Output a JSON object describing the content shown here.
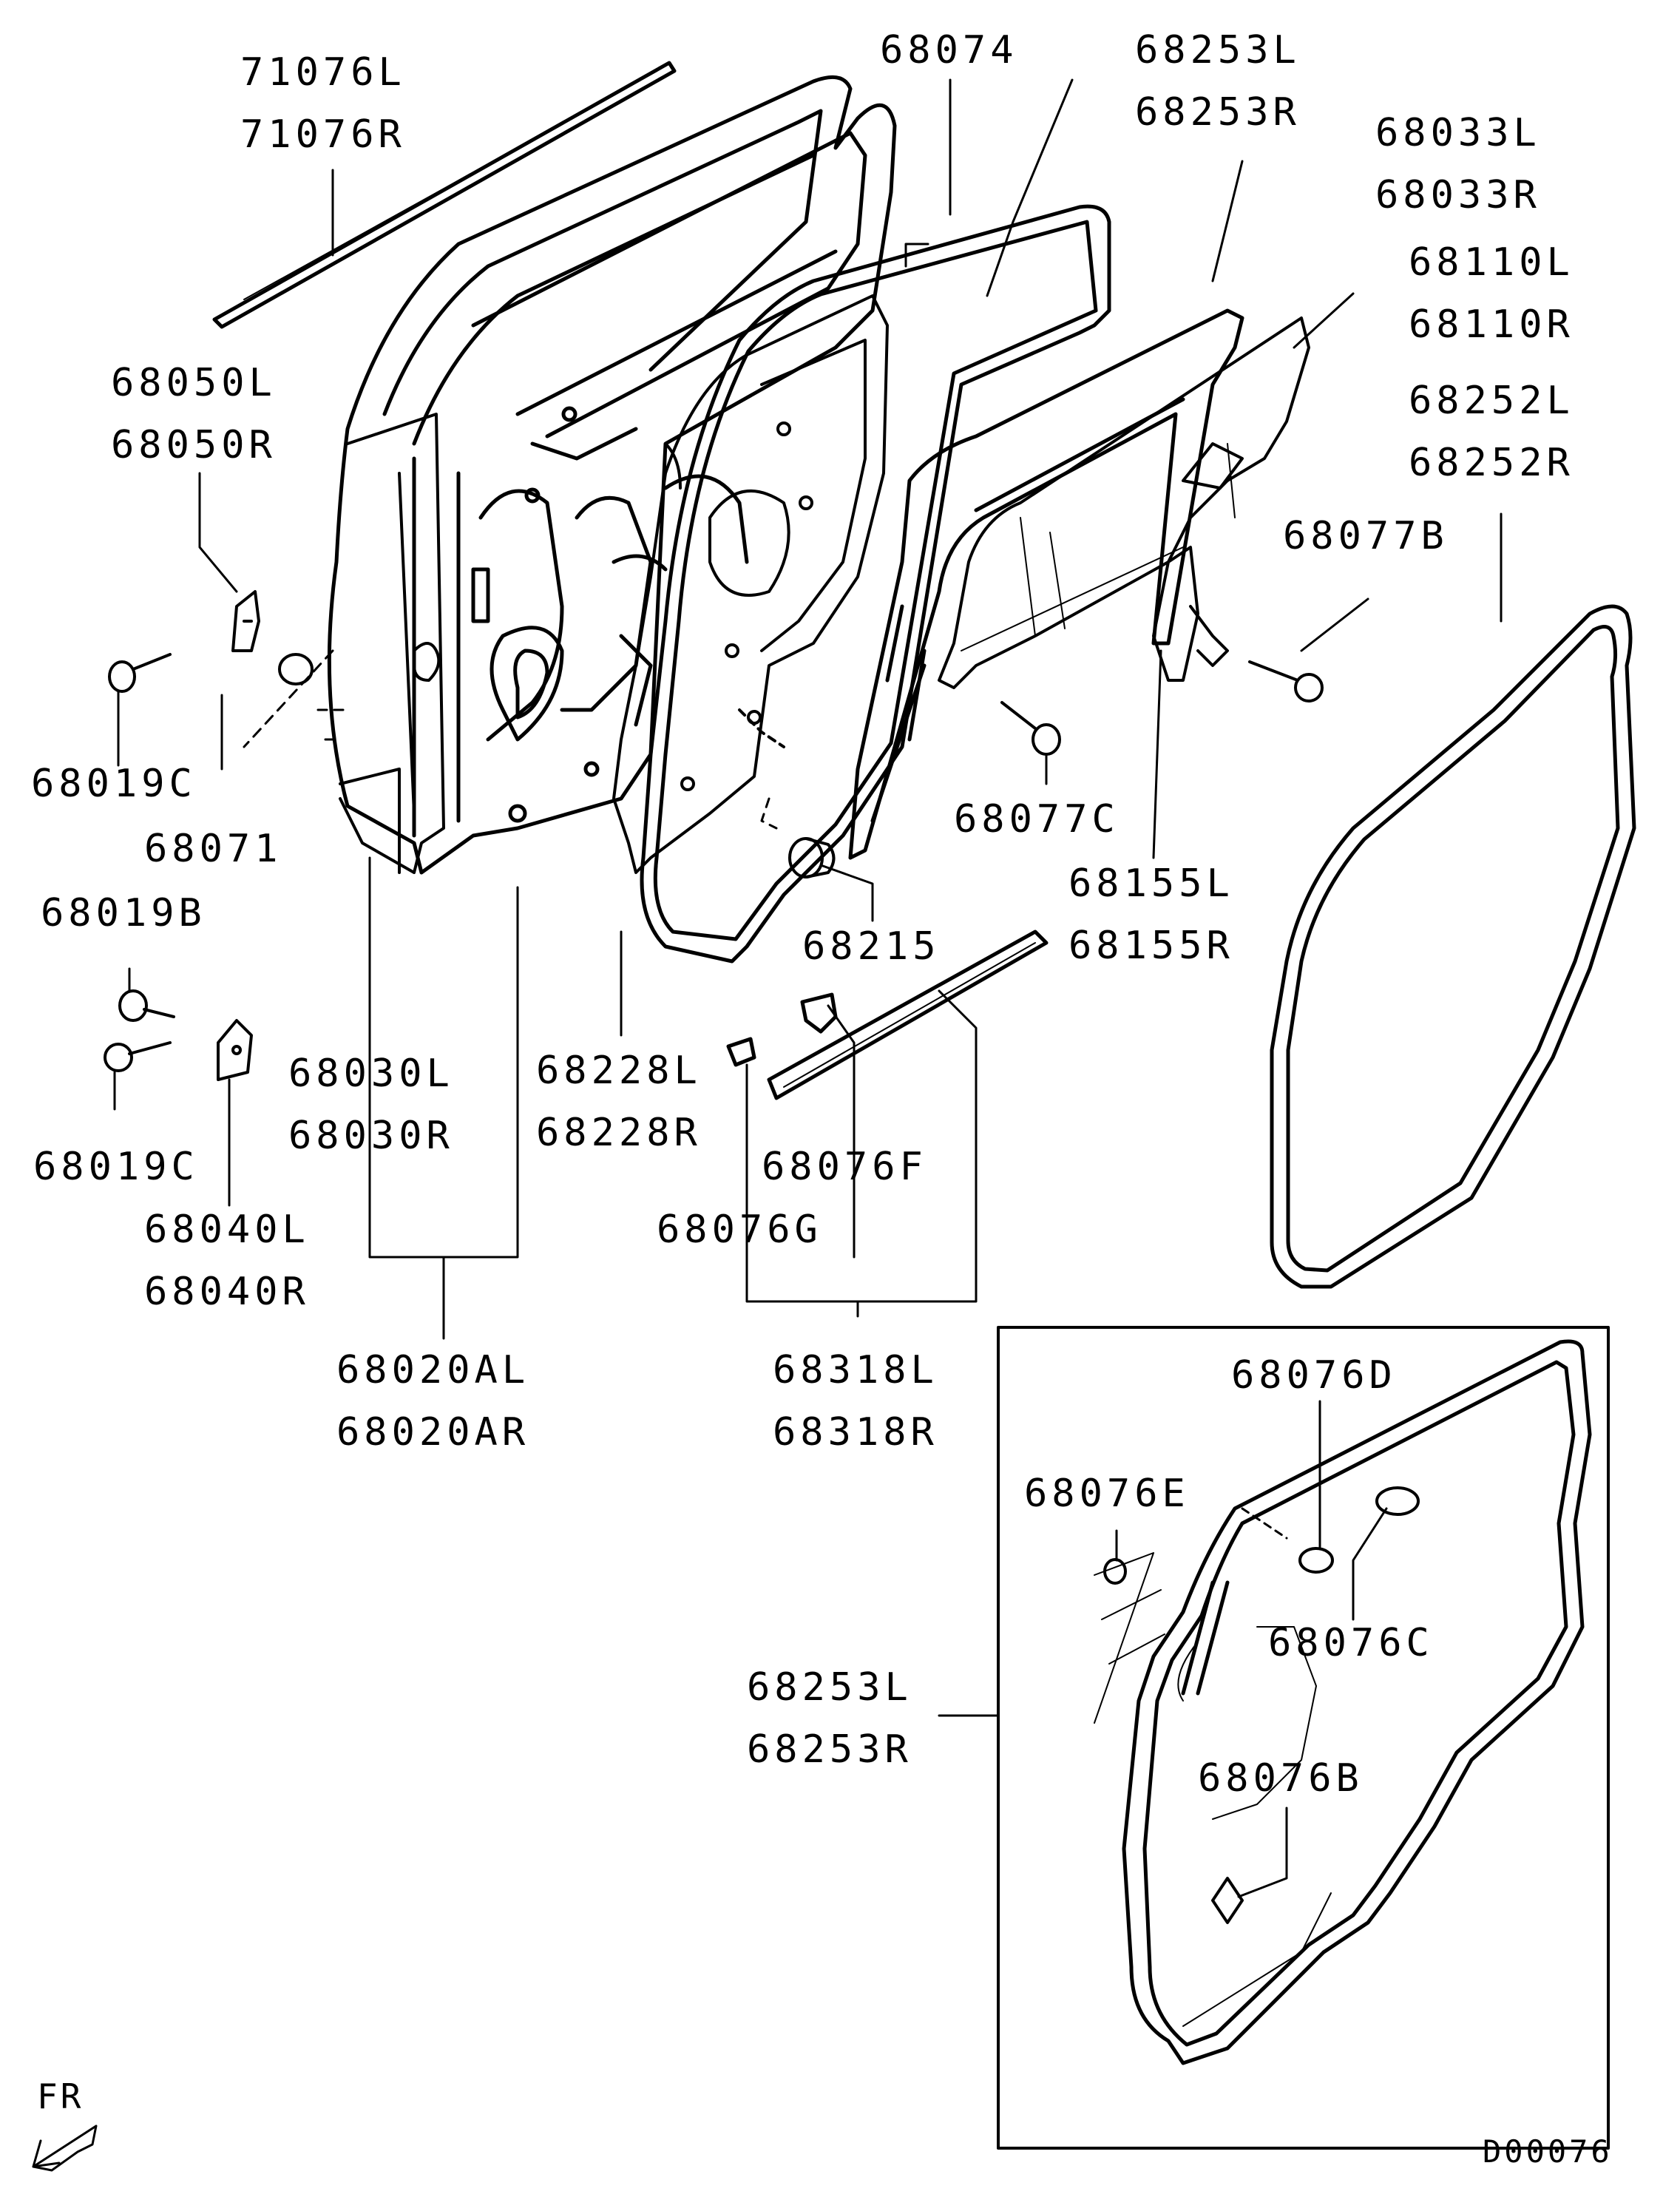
{
  "diagram_code": "D00076",
  "direction_indicator": "FR",
  "part_labels": {
    "p71076": [
      "71076L",
      "71076R"
    ],
    "p68074": [
      "68074"
    ],
    "p68253_top": [
      "68253L",
      "68253R"
    ],
    "p68033": [
      "68033L",
      "68033R"
    ],
    "p68110": [
      "68110L",
      "68110R"
    ],
    "p68252": [
      "68252L",
      "68252R"
    ],
    "p68050": [
      "68050L",
      "68050R"
    ],
    "p68077B": [
      "68077B"
    ],
    "p68019C_top": [
      "68019C"
    ],
    "p68071": [
      "68071"
    ],
    "p68077C": [
      "68077C"
    ],
    "p68155": [
      "68155L",
      "68155R"
    ],
    "p68019B": [
      "68019B"
    ],
    "p68215": [
      "68215"
    ],
    "p68030": [
      "68030L",
      "68030R"
    ],
    "p68228": [
      "68228L",
      "68228R"
    ],
    "p68019C_bottom": [
      "68019C"
    ],
    "p68076F": [
      "68076F"
    ],
    "p68076G": [
      "68076G"
    ],
    "p68040": [
      "68040L",
      "68040R"
    ],
    "p68020A": [
      "68020AL",
      "68020AR"
    ],
    "p68318": [
      "68318L",
      "68318R"
    ],
    "p68076D": [
      "68076D"
    ],
    "p68076E": [
      "68076E"
    ],
    "p68076C": [
      "68076C"
    ],
    "p68253_inset": [
      "68253L",
      "68253R"
    ],
    "p68076B": [
      "68076B"
    ]
  }
}
